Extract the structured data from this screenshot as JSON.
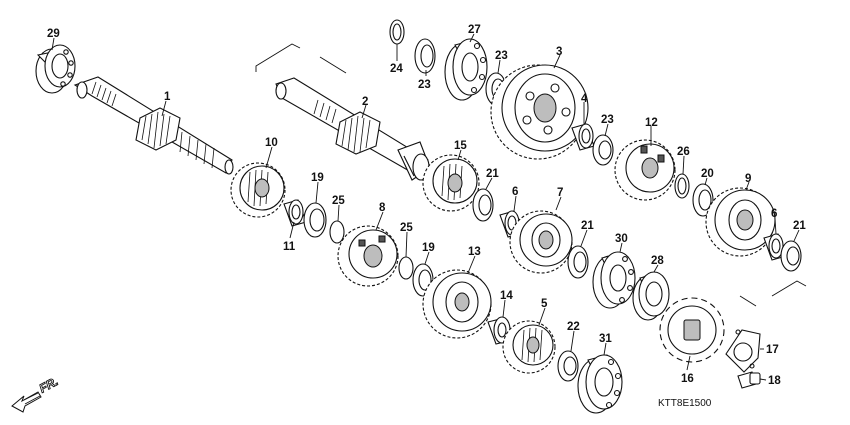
{
  "diagram": {
    "code": "KTT8E1500",
    "direction_label": "FR."
  },
  "parts": [
    {
      "id": "p29",
      "label": "29"
    },
    {
      "id": "p1",
      "label": "1"
    },
    {
      "id": "p2",
      "label": "2"
    },
    {
      "id": "p24",
      "label": "24"
    },
    {
      "id": "p23a",
      "label": "23"
    },
    {
      "id": "p27",
      "label": "27"
    },
    {
      "id": "p23b",
      "label": "23"
    },
    {
      "id": "p3",
      "label": "3"
    },
    {
      "id": "p4",
      "label": "4"
    },
    {
      "id": "p23c",
      "label": "23"
    },
    {
      "id": "p12",
      "label": "12"
    },
    {
      "id": "p26",
      "label": "26"
    },
    {
      "id": "p20",
      "label": "20"
    },
    {
      "id": "p9",
      "label": "9"
    },
    {
      "id": "p10",
      "label": "10"
    },
    {
      "id": "p19a",
      "label": "19"
    },
    {
      "id": "p25a",
      "label": "25"
    },
    {
      "id": "p11",
      "label": "11"
    },
    {
      "id": "p8",
      "label": "8"
    },
    {
      "id": "p25b",
      "label": "25"
    },
    {
      "id": "p19b",
      "label": "19"
    },
    {
      "id": "p15",
      "label": "15"
    },
    {
      "id": "p21a",
      "label": "21"
    },
    {
      "id": "p6a",
      "label": "6"
    },
    {
      "id": "p7",
      "label": "7"
    },
    {
      "id": "p21b",
      "label": "21"
    },
    {
      "id": "p30",
      "label": "30"
    },
    {
      "id": "p6b",
      "label": "6"
    },
    {
      "id": "p21c",
      "label": "21"
    },
    {
      "id": "p13",
      "label": "13"
    },
    {
      "id": "p14",
      "label": "14"
    },
    {
      "id": "p5",
      "label": "5"
    },
    {
      "id": "p22",
      "label": "22"
    },
    {
      "id": "p31",
      "label": "31"
    },
    {
      "id": "p28",
      "label": "28"
    },
    {
      "id": "p16",
      "label": "16"
    },
    {
      "id": "p17",
      "label": "17"
    },
    {
      "id": "p18",
      "label": "18"
    }
  ]
}
